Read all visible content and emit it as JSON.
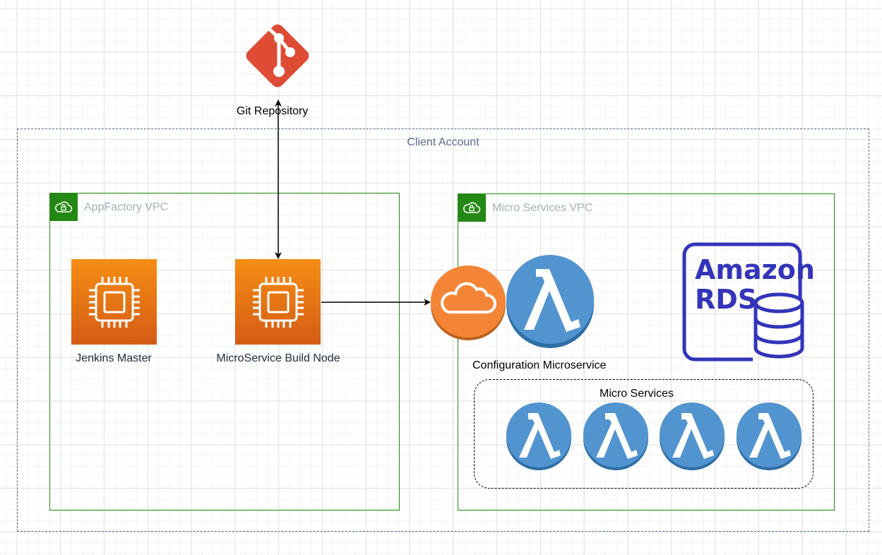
{
  "diagram": {
    "git_repository": {
      "label": "Git Repository",
      "icon": "git-icon",
      "color": "#de4c36"
    },
    "client_account": {
      "label": "Client Account",
      "border_color": "#5a6b86"
    },
    "appfactory_vpc": {
      "label": "AppFactory VPC",
      "icon": "vpc-cloud-lock-icon",
      "nodes": [
        {
          "label": "Jenkins Master",
          "icon": "ec2-instance-icon"
        },
        {
          "label": "MicroService Build Node",
          "icon": "ec2-instance-icon"
        }
      ]
    },
    "microservices_vpc": {
      "label": "Micro Services VPC",
      "icon": "vpc-cloud-lock-icon",
      "config_microservice": {
        "label": "Configuration Microservice",
        "icons": [
          "api-gateway-cloud-icon",
          "lambda-icon"
        ]
      },
      "rds": {
        "line1": "Amazon",
        "line2": "RDS",
        "icon": "amazon-rds-icon",
        "color": "#3334b9"
      },
      "micro_services_group": {
        "label": "Micro Services",
        "lambda_count": 4
      }
    },
    "edges": [
      {
        "from": "Git Repository",
        "to": "MicroService Build Node",
        "direction": "bidirectional"
      },
      {
        "from": "MicroService Build Node",
        "to": "Configuration Microservice",
        "direction": "forward"
      }
    ],
    "colors": {
      "vpc_green": "#248814",
      "ec2_orange_top": "#f68e14",
      "ec2_orange_bottom": "#d45b15",
      "lambda_blue": "#5294cf",
      "lambda_blue_dark": "#2e6ea6",
      "api_gateway_orange": "#f58536"
    }
  }
}
